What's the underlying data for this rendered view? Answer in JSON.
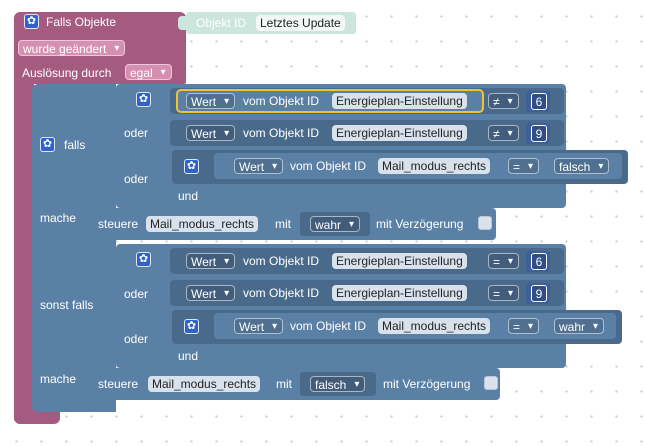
{
  "event_block": {
    "title": "Falls Objekte",
    "object_id_label": "Objekt ID",
    "object_value": "Letztes Update",
    "trigger_dd": "wurde geändert",
    "ausloesung_label": "Auslösung durch",
    "ausloesung_dd": "egal"
  },
  "if_block": {
    "falls_label": "falls",
    "mache1_label": "mache",
    "sonst_falls_label": "sonst falls",
    "mache2_label": "mache"
  },
  "cond1": {
    "row1": {
      "prop": "Wert",
      "von": "vom Objekt ID",
      "obj": "Energieplan-Einstellung",
      "op": "≠",
      "num": "6"
    },
    "oder1": "oder",
    "row2": {
      "prop": "Wert",
      "von": "vom Objekt ID",
      "obj": "Energieplan-Einstellung",
      "op": "≠",
      "num": "9"
    },
    "oder2": "oder",
    "row3": {
      "prop": "Wert",
      "von": "vom Objekt ID",
      "obj": "Mail_modus_rechts",
      "op": "=",
      "val": "falsch"
    },
    "und": "und"
  },
  "action1": {
    "steuere": "steuere",
    "obj": "Mail_modus_rechts",
    "mit": "mit",
    "val": "wahr",
    "delay": "mit Verzögerung"
  },
  "cond2": {
    "row1": {
      "prop": "Wert",
      "von": "vom Objekt ID",
      "obj": "Energieplan-Einstellung",
      "op": "=",
      "num": "6"
    },
    "oder1": "oder",
    "row2": {
      "prop": "Wert",
      "von": "vom Objekt ID",
      "obj": "Energieplan-Einstellung",
      "op": "=",
      "num": "9"
    },
    "oder2": "oder",
    "row3": {
      "prop": "Wert",
      "von": "vom Objekt ID",
      "obj": "Mail_modus_rechts",
      "op": "=",
      "val": "wahr"
    },
    "und": "und"
  },
  "action2": {
    "steuere": "steuere",
    "obj": "Mail_modus_rechts",
    "mit": "mit",
    "val": "falsch",
    "delay": "mit Verzögerung"
  },
  "colors": {
    "event": "#a55b80",
    "block": "#5b80a5",
    "number": "#2e4e86",
    "selected": "#f1c232"
  },
  "icons": {
    "gear": "gear-icon"
  }
}
